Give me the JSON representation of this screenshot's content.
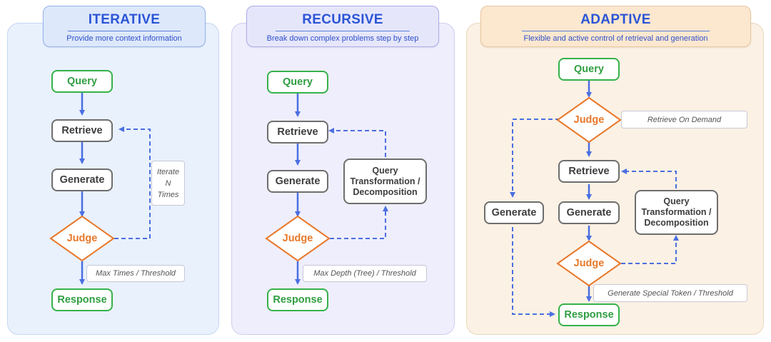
{
  "panels": {
    "iterative": {
      "title": "ITERATIVE",
      "subtitle": "Provide more context information",
      "query": "Query",
      "retrieve": "Retrieve",
      "generate": "Generate",
      "judge": "Judge",
      "response": "Response",
      "loop_note": [
        "Iterate",
        "N",
        "Times"
      ],
      "stop_note": "Max Times / Threshold"
    },
    "recursive": {
      "title": "RECURSIVE",
      "subtitle": "Break down complex problems step by step",
      "query": "Query",
      "retrieve": "Retrieve",
      "generate": "Generate",
      "judge": "Judge",
      "response": "Response",
      "transform": [
        "Query",
        "Transformation /",
        "Decomposition"
      ],
      "stop_note": "Max Depth (Tree) / Threshold"
    },
    "adaptive": {
      "title": "ADAPTIVE",
      "subtitle": "Flexible and  active control of retrieval and generation",
      "query": "Query",
      "judge_top": "Judge",
      "retrieve_note": "Retrieve On Demand",
      "retrieve": "Retrieve",
      "generate_left": "Generate",
      "generate": "Generate",
      "transform": [
        "Query",
        "Transformation /",
        "Decomposition"
      ],
      "judge": "Judge",
      "stop_note": "Generate Special Token / Threshold",
      "response": "Response"
    }
  },
  "colors": {
    "arrow_blue": "#4a6fe0",
    "node_green": "#35b24a",
    "judge_orange": "#e8782a",
    "iterative_bg": "#e9f1fd",
    "recursive_bg": "#efeefc",
    "adaptive_bg": "#fbf1e4"
  }
}
